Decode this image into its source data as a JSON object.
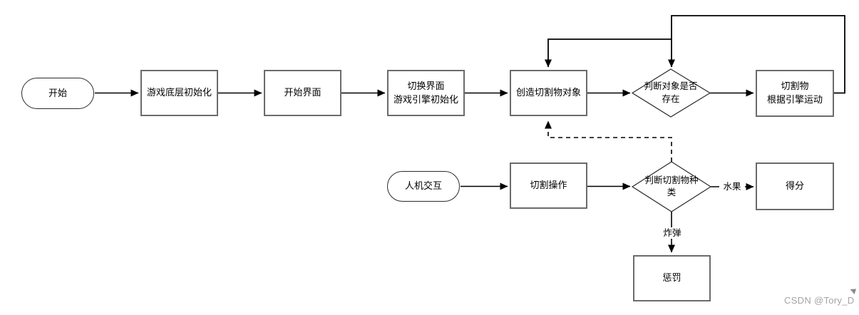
{
  "diagram": {
    "title": "game-slicing-flowchart",
    "nodes": {
      "start": "开始",
      "game_base_init": "游戏底层初始化",
      "start_screen": "开始界面",
      "switch_screen_line1": "切换界面",
      "switch_screen_line2": "游戏引擎初始化",
      "create_cut_object": "创造切割物对象",
      "judge_exists_line1": "判断对象是否",
      "judge_exists_line2": "存在",
      "cut_object_move_line1": "切割物",
      "cut_object_move_line2": "根据引擎运动",
      "human_interaction": "人机交互",
      "cut_operation": "切割操作",
      "judge_type_line1": "判断切割物种",
      "judge_type_line2": "类",
      "score": "得分",
      "punishment": "惩罚"
    },
    "edge_labels": {
      "fruit": "水果",
      "bomb": "炸弹"
    },
    "colors": {
      "line": "#000000",
      "rect_border": "#6b6b6b",
      "shape_border": "#2b2b2b",
      "watermark": "#a3a3a8",
      "background": "#ffffff"
    }
  },
  "watermark": {
    "text": "CSDN @Tory_D"
  }
}
